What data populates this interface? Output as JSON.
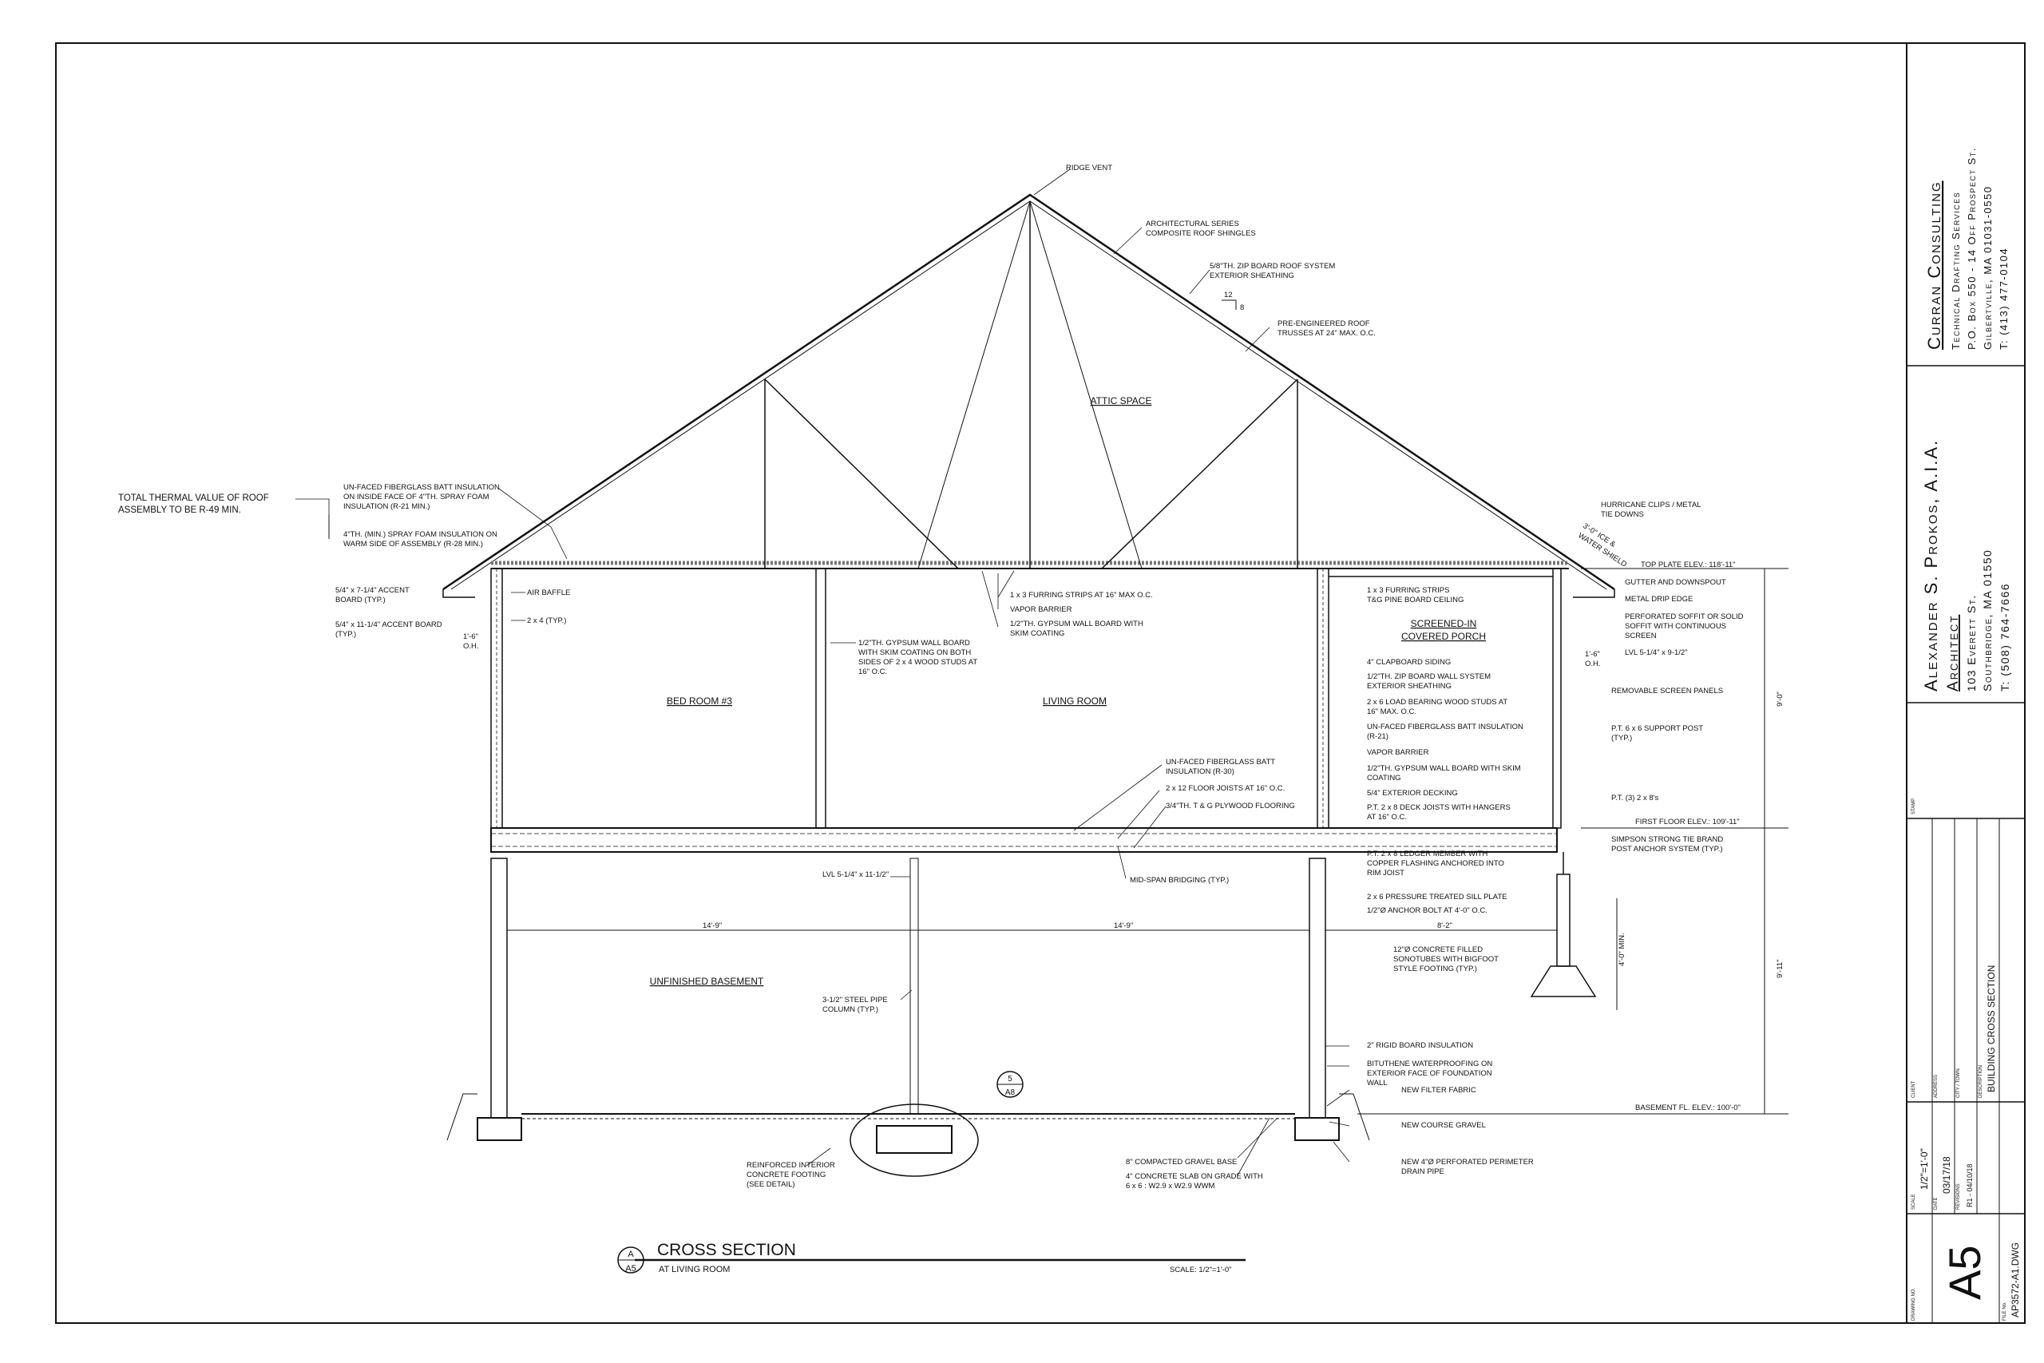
{
  "title_block": {
    "firm_name": "Curran Consulting",
    "firm_service": "Technical Drafting Services",
    "firm_address1": "P.O. Box 550 - 14 Off Prospect St.",
    "firm_address2": "Gilbertville, MA 01031-0550",
    "firm_phone": "T: (413) 477-0104",
    "architect_name": "Alexander S. Prokos, A.I.A.",
    "architect_title": "Architect",
    "architect_address1": "103 Everett St.",
    "architect_address2": "Southbridge, MA 01550",
    "architect_phone": "T: (508) 764-7666",
    "stamp_label": "STAMP",
    "client_label": "CLIENT",
    "address_label": "ADDRESS",
    "city_label": "CITY / TOWN",
    "description_label": "DESCRIPTION",
    "description_value": "BUILDING CROSS SECTION",
    "scale_label": "SCALE",
    "scale_value": "1/2\"=1'-0\"",
    "date_label": "DATE",
    "date_value": "03/17/18",
    "revisions_label": "REVISIONS",
    "revision_value": "R1 - 04/10/18",
    "drawing_no_label": "DRAWING NO.",
    "drawing_no_value": "A5",
    "file_no_label": "FILE No.",
    "file_no_value": "AP3572-A1.DWG"
  },
  "section": {
    "tag_top": "A",
    "tag_bottom": "A5",
    "title": "CROSS SECTION",
    "subtitle": "AT LIVING ROOM",
    "scale": "SCALE: 1/2\"=1'-0\"",
    "detail_tag_top": "5",
    "detail_tag_bottom": "A8"
  },
  "rooms": {
    "attic": "ATTIC SPACE",
    "bedroom": "BED ROOM #3",
    "living": "LIVING ROOM",
    "porch1": "SCREENED-IN",
    "porch2": "COVERED PORCH",
    "basement": "UNFINISHED BASEMENT"
  },
  "thermal_note": {
    "l1": "TOTAL THERMAL VALUE OF ROOF",
    "l2": "ASSEMBLY TO BE R-49 MIN."
  },
  "roof_notes": {
    "ridge": "RIDGE VENT",
    "shingles1": "ARCHITECTURAL SERIES",
    "shingles2": "COMPOSITE ROOF SHINGLES",
    "zip1": "5/8\"TH. ZIP BOARD ROOF SYSTEM",
    "zip2": "EXTERIOR SHEATHING",
    "pitch_run": "12",
    "pitch_rise": "8",
    "truss1": "PRE-ENGINEERED ROOF",
    "truss2": "TRUSSES AT 24\" MAX. O.C.",
    "batt1": "UN-FACED FIBERGLASS BATT INSULATION",
    "batt2": "ON INSIDE FACE OF 4\"TH. SPRAY FOAM",
    "batt3": "INSULATION  (R-21 MIN.)",
    "foam1": "4\"TH. (MIN.) SPRAY FOAM INSULATION ON",
    "foam2": "WARM SIDE OF ASSEMBLY (R-28 MIN.)"
  },
  "left_notes": {
    "accent1a": "5/4\" x 7-1/4\" ACCENT",
    "accent1b": "BOARD (TYP.)",
    "accent2a": "5/4\" x 11-1/4\" ACCENT BOARD",
    "accent2b": "(TYP.)",
    "baffle": "AIR BAFFLE",
    "stud": "2 x 4 (TYP.)",
    "oh_dim": "1'-6\"",
    "oh_label": "O.H."
  },
  "ceiling_notes": {
    "furring": "1 x 3 FURRING STRIPS AT 16\" MAX O.C.",
    "vapor": "VAPOR BARRIER",
    "gyp1": "1/2\"TH. GYPSUM WALL BOARD WITH",
    "gyp2": "SKIM COATING",
    "wall1": "1/2\"TH. GYPSUM WALL BOARD",
    "wall2": "WITH SKIM COATING ON BOTH",
    "wall3": "SIDES OF 2 x 4 WOOD STUDS AT",
    "wall4": "16\" O.C."
  },
  "floor_notes": {
    "batt1": "UN-FACED FIBERGLASS BATT",
    "batt2": "INSULATION (R-30)",
    "joists": "2 x 12 FLOOR JOISTS AT 16\" O.C.",
    "plywood": "3/4\"TH. T & G PLYWOOD FLOORING",
    "lvl": "LVL 5-1/4\" x 11-1/2\"",
    "bridging": "MID-SPAN BRIDGING (TYP.)"
  },
  "porch_notes": {
    "furring1": "1 x 3 FURRING STRIPS",
    "furring2": "T&G PINE BOARD CEILING",
    "clap": "4\" CLAPBOARD SIDING",
    "zip1": "1/2\"TH. ZIP BOARD WALL SYSTEM",
    "zip2": "EXTERIOR SHEATHING",
    "studs1": "2 x 6 LOAD BEARING WOOD STUDS AT",
    "studs2": "16\" MAX. O.C.",
    "batt1": "UN-FACED FIBERGLASS BATT INSULATION",
    "batt2": "(R-21)",
    "vapor": "VAPOR BARRIER",
    "gyp1": "1/2\"TH. GYPSUM WALL BOARD WITH SKIM",
    "gyp2": "COATING",
    "decking": "5/4\" EXTERIOR DECKING",
    "deck1": "P.T. 2 x 8 DECK JOISTS WITH HANGERS",
    "deck2": "AT 16\" O.C.",
    "ledger1": "P.T. 2 x 8 LEDGER MEMBER WITH",
    "ledger2": "COPPER FLASHING ANCHORED INTO",
    "ledger3": "RIM JOIST",
    "sill": "2 x 6 PRESSURE TREATED SILL PLATE",
    "anchor": "1/2\"Ø ANCHOR BOLT AT 4'-0\" O.C."
  },
  "right_notes": {
    "hurr1": "HURRICANE CLIPS / METAL",
    "hurr2": "TIE DOWNS",
    "ice1": "3'-0\" ICE &",
    "ice2": "WATER SHIELD",
    "top_plate": "TOP PLATE ELEV.: 118'-11\"",
    "gutter": "GUTTER AND DOWNSPOUT",
    "drip": "METAL DRIP EDGE",
    "soffit1": "PERFORATED SOFFIT OR SOLID",
    "soffit2": "SOFFIT WITH CONTINUOUS",
    "soffit3": "SCREEN",
    "lvl": "LVL 5-1/4\" x 9-1/2\"",
    "oh_dim": "1'-6\"",
    "oh_label": "O.H.",
    "screen": "REMOVABLE SCREEN PANELS",
    "post1": "P.T. 6 x 6 SUPPORT POST",
    "post2": "(TYP.)",
    "pt3": "P.T. (3) 2 x 8's",
    "first_floor": "FIRST FLOOR ELEV.: 109'-11\"",
    "simpson1": "SIMPSON STRONG TIE BRAND",
    "simpson2": "POST ANCHOR SYSTEM (TYP.)",
    "sono1": "12\"Ø CONCRETE FILLED",
    "sono2": "SONOTUBES WITH BIGFOOT",
    "sono3": "STYLE FOOTING (TYP.)",
    "min4": "4'-0\" MIN.",
    "dim9_0": "9'-0\"",
    "dim9_11": "9'-11\"",
    "basement_fl": "BASEMENT FL. ELEV.: 100'-0\""
  },
  "basement_notes": {
    "dim_left": "14'-9\"",
    "dim_right": "14'-9\"",
    "dim_82": "8'-2\"",
    "pipe1": "3-1/2\" STEEL PIPE",
    "pipe2": "COLUMN (TYP.)",
    "rigid": "2\" RIGID BOARD INSULATION",
    "bit1": "BITUTHENE WATERPROOFING ON",
    "bit2": "EXTERIOR FACE OF FOUNDATION",
    "bit3": "WALL",
    "filter": "NEW FILTER FABRIC",
    "gravel": "NEW COURSE GRAVEL",
    "drain1": "NEW 4\"Ø PERFORATED PERIMETER",
    "drain2": "DRAIN PIPE",
    "footing1": "REINFORCED INTERIOR",
    "footing2": "CONCRETE FOOTING",
    "footing3": "(SEE DETAIL)",
    "base": "8\" COMPACTED GRAVEL BASE",
    "slab1": "4\" CONCRETE SLAB ON GRADE WITH",
    "slab2": "6 x 6 : W2.9 x W2.9 WWM"
  }
}
